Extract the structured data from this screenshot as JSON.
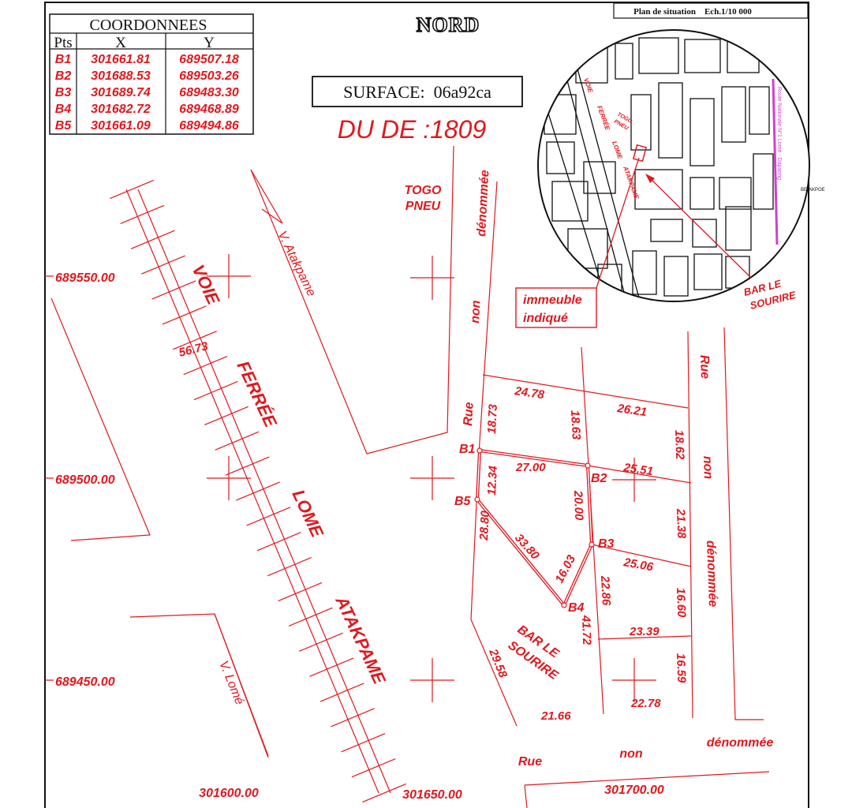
{
  "coord_table": {
    "title": "COORDONNEES",
    "headers": [
      "Pts",
      "X",
      "Y"
    ],
    "rows": [
      [
        "B1",
        "301661.81",
        "689507.18"
      ],
      [
        "B2",
        "301688.53",
        "689503.26"
      ],
      [
        "B3",
        "301689.74",
        "689483.30"
      ],
      [
        "B4",
        "301682.72",
        "689468.89"
      ],
      [
        "B5",
        "301661.09",
        "689494.86"
      ]
    ]
  },
  "north_label": "NORD",
  "surface_label": "SURFACE:  06a92ca",
  "du_de_label": "DU DE :1809",
  "plan_situation": "Plan de situation    Ech.1/10 000",
  "grid_labels": {
    "y1": "689550.00",
    "y2": "689500.00",
    "y3": "689450.00",
    "x1": "301600.00",
    "x2": "301650.00",
    "x3": "301700.00"
  },
  "street_labels": {
    "voie": "VOIE",
    "ferree": "FERRÉE",
    "lome": "LOME",
    "atakpame": "ATAKPAME",
    "v_atakpame": "V. Atakpame",
    "v_lome": "V. Lomé",
    "togo": "TOGO",
    "pneu": "PNEU",
    "denommee_top": "dénommée",
    "non_top": "non",
    "rue_top": "Rue",
    "rue_right": "Rue",
    "non_right": "non",
    "denommee_right": "dénommée",
    "rue_bottom": "Rue",
    "non_bottom": "non",
    "denommee_bottom": "dénommée",
    "bar": "BAR LE",
    "sourire": "SOURIRE"
  },
  "points": {
    "b1": "B1",
    "b2": "B2",
    "b3": "B3",
    "b4": "B4",
    "b5": "B5"
  },
  "dimensions": {
    "d5673": "56.73",
    "d2478": "24.78",
    "d2621": "26.21",
    "d1873": "18.73",
    "d1863": "18.63",
    "d1862": "18.62",
    "d2700": "27.00",
    "d2551": "25.51",
    "d1234": "12.34",
    "d2000": "20.00",
    "d2138": "21.38",
    "d3380": "33.80",
    "d1603": "16.03",
    "d2506": "25.06",
    "d2880": "28.80",
    "d2286": "22.86",
    "d1660": "16.60",
    "d4172": "41.72",
    "d2339": "23.39",
    "d2958": "29.58",
    "d1659": "16.59",
    "d2166": "21.66",
    "d2278": "22.78"
  },
  "inset": {
    "immeuble": "immeuble",
    "indique": "indiqué",
    "bar": "BAR LE",
    "sourire": "SOURIRE",
    "voie": "VOIE",
    "ferree": "FERRÉE",
    "lome": "LOME",
    "atakpame": "ATAKPAME",
    "togo": "TOGO",
    "pneu": "PNEU",
    "route": "Route Nationale N°1   Lomé - Dapaong",
    "side": "BE-AKPOE"
  },
  "colors": {
    "red": "#e0181e",
    "black": "#111111",
    "magenta": "#d040d0"
  }
}
